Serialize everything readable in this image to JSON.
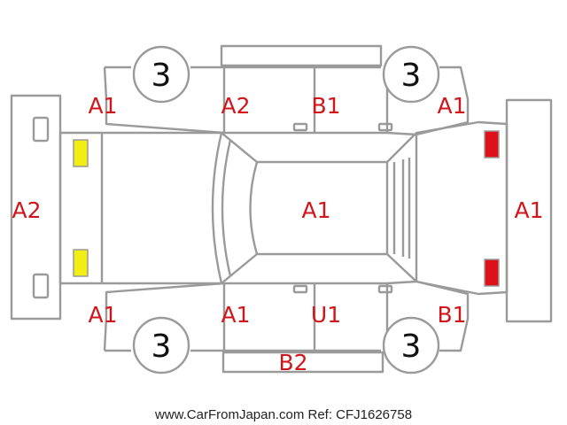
{
  "colors": {
    "outline": "#9a9a9a",
    "damage_label": "#d0161b",
    "front_light": "#f2ee12",
    "rear_light": "#e0101a"
  },
  "tires": [
    {
      "id": "front-left",
      "value": "3"
    },
    {
      "id": "rear-left",
      "value": "3"
    },
    {
      "id": "front-right",
      "value": "3"
    },
    {
      "id": "rear-right",
      "value": "3"
    }
  ],
  "labels": {
    "front_bumper": "A2",
    "left_front_fender": "A1",
    "left_front_door": "A2",
    "left_rear_door": "B1",
    "left_rear_fender": "A1",
    "roof": "A1",
    "rear_bumper": "A1",
    "right_front_fender": "A1",
    "right_front_door": "A1",
    "right_rear_door": "U1",
    "right_rear_fender": "B1",
    "right_rocker": "B2"
  },
  "footer": "www.CarFromJapan.com Ref: CFJ1626758"
}
